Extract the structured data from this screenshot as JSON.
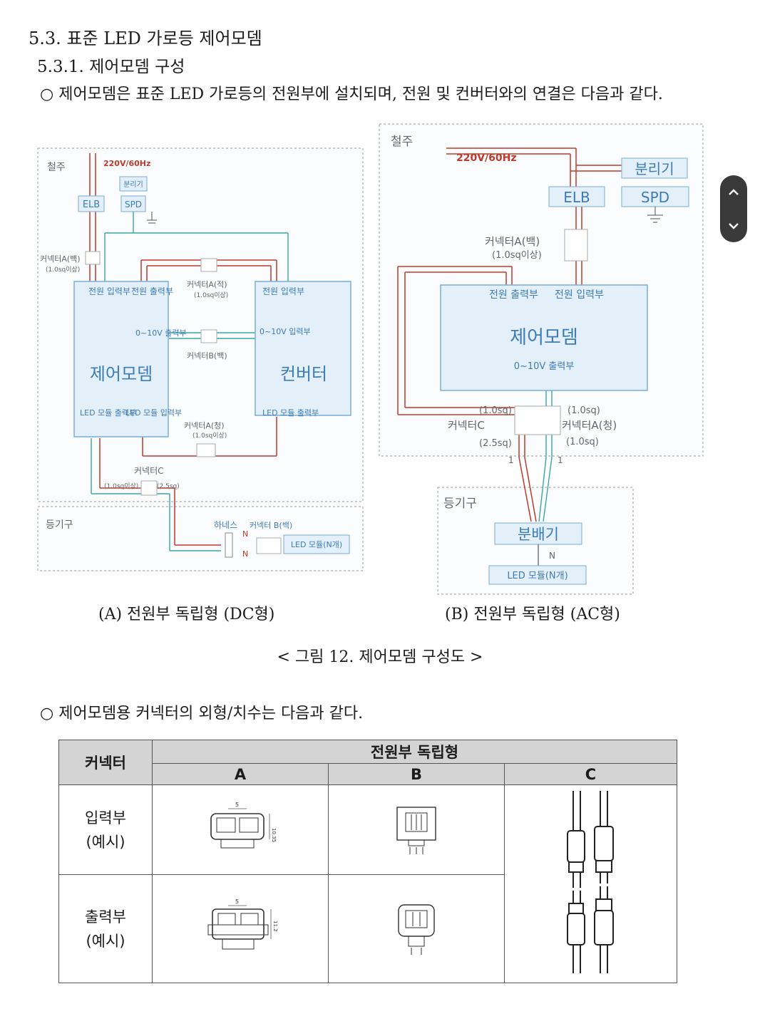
{
  "heading": {
    "section": "5.3. 표준 LED 가로등 제어모뎀",
    "subsection": "5.3.1. 제어모뎀 구성"
  },
  "intro_text": "○ 제어모뎀은 표준 LED 가로등의 전원부에 설치되며, 전원 및 컨버터와의 연결은 다음과 같다.",
  "diagram_a": {
    "pole": "철주",
    "power": "220V/60Hz",
    "elb": "ELB",
    "spd": "SPD",
    "separator": "분리기",
    "conn_a_white": "커넥터A(백)",
    "conn_a_white_spec": "(1.0sq이상)",
    "modem_power_in": "전원 입력부",
    "modem_power_out": "전원 출력부",
    "modem_0_10v_out": "0~10V 출력부",
    "modem_title": "제어모뎀",
    "modem_led_out": "LED 모듈 출력부",
    "modem_led_in": "LED 모듈 입력부",
    "conn_a_red": "커넥터A(적)",
    "conn_a_red_spec": "(1.0sq이상)",
    "conn_b_white": "커넥터B(백)",
    "conn_a_blue": "커넥터A(청)",
    "conn_a_blue_spec": "(1.0sq이상)",
    "conv_power_in": "전원 입력부",
    "conv_0_10v_in": "0~10V 입력부",
    "conv_title": "컨버터",
    "conv_led_out": "LED 모듈 출력부",
    "conn_c": "커넥터C",
    "conn_c_spec1": "(1.0sq이상)",
    "conn_c_spec2": "(2.5sq)",
    "lamp": "등기구",
    "harness": "하네스",
    "harness_conn": "커넥터 B(백)",
    "n_mark": "N",
    "led_module": "LED 모듈(N개)"
  },
  "diagram_b": {
    "pole": "철주",
    "power": "220V/60Hz",
    "separator": "분리기",
    "elb": "ELB",
    "spd": "SPD",
    "conn_a_white": "커넥터A(백)",
    "conn_a_white_spec": "(1.0sq이상)",
    "modem_power_out": "전원 출력부",
    "modem_power_in": "전원 입력부",
    "modem_title": "제어모뎀",
    "modem_0_10v_out": "0~10V 출력부",
    "conn_c": "커넥터C",
    "conn_c_spec1": "(1.0sq)",
    "conn_c_spec2": "(2.5sq)",
    "conn_a_blue": "커넥터A(청)",
    "conn_a_blue_spec1": "(1.0sq)",
    "conn_a_blue_spec2": "(1.0sq)",
    "mark_1": "1",
    "lamp": "등기구",
    "distributor": "분배기",
    "n_mark": "N",
    "led_module": "LED 모듈(N개)"
  },
  "caption_a": "(A) 전원부 독립형 (DC형)",
  "caption_b": "(B) 전원부 독립형 (AC형)",
  "figure_caption": "< 그림 12. 제어모뎀 구성도 >",
  "connector_text": "○ 제어모뎀용 커넥터의 외형/치수는 다음과 같다.",
  "table": {
    "col_header": "커넥터",
    "group_header": "전원부 독립형",
    "cols": [
      "A",
      "B",
      "C"
    ],
    "rows": [
      {
        "label": "입력부",
        "sub": "(예시)"
      },
      {
        "label": "출력부",
        "sub": "(예시)"
      }
    ],
    "dim_a_in_width": "5",
    "dim_a_in_height": "10.35",
    "dim_a_out_width": "5",
    "dim_a_out_height": "11.2"
  },
  "colors": {
    "red": "#c0392b",
    "teal": "#3aa6a6",
    "box_border": "#7aaed6",
    "box_fill": "#e3eff9",
    "title_blue": "#3d7cb8"
  }
}
